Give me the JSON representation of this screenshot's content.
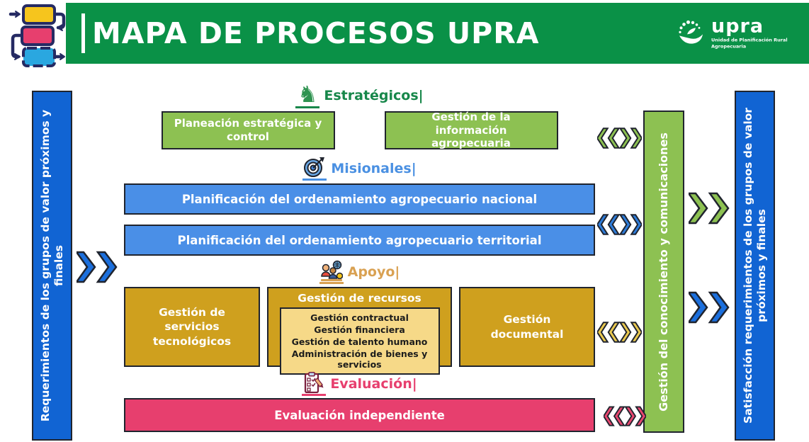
{
  "colors": {
    "header-green": "#0a9147",
    "box-green": "#8dc152",
    "box-blue": "#4a8fe7",
    "bar-blue": "#1164d3",
    "box-gold": "#cfa01e",
    "inner-gold": "#f6d988",
    "box-pink": "#e73f6e",
    "border-dark": "#20242e",
    "label-green": "#17874a",
    "label-blue": "#4a90e2",
    "label-gold": "#d9a152",
    "label-pink": "#e73f6e",
    "chev-blue": "#1b6fdd",
    "chev-blue-sm": "#2e7cd9",
    "chev-gold": "#eac94f",
    "chev-pink": "#e8476f"
  },
  "header": {
    "title": "MAPA DE PROCESOS UPRA",
    "logo_brand": "upra",
    "logo_tagline": "Unidad de Planificación Rural Agropecuaria"
  },
  "side_bars": {
    "left": "Requerimientos de los grupos de valor próximos y finales",
    "right": "Satisfacción requerimientos de los grupos de valor próximos y finales",
    "inner_right": "Gestión del conocimiento y comunicaciones"
  },
  "sections": {
    "estrategicos": {
      "label": "Estratégicos|",
      "boxes": [
        "Planeación estratégica y control",
        "Gestión de la información agropecuaria"
      ]
    },
    "misionales": {
      "label": "Misionales|",
      "boxes": [
        "Planificación del ordenamiento agropecuario nacional",
        "Planificación del ordenamiento agropecuario territorial"
      ]
    },
    "apoyo": {
      "label": "Apoyo|",
      "boxes": [
        "Gestión de servicios tecnológicos",
        "Gestión de recursos",
        "Gestión documental"
      ],
      "sub_boxes": [
        "Gestión contractual",
        "Gestión financiera",
        "Gestión de talento humano",
        "Administración de bienes y servicios"
      ]
    },
    "evaluacion": {
      "label": "Evaluación|",
      "boxes": [
        "Evaluación independiente"
      ]
    }
  }
}
